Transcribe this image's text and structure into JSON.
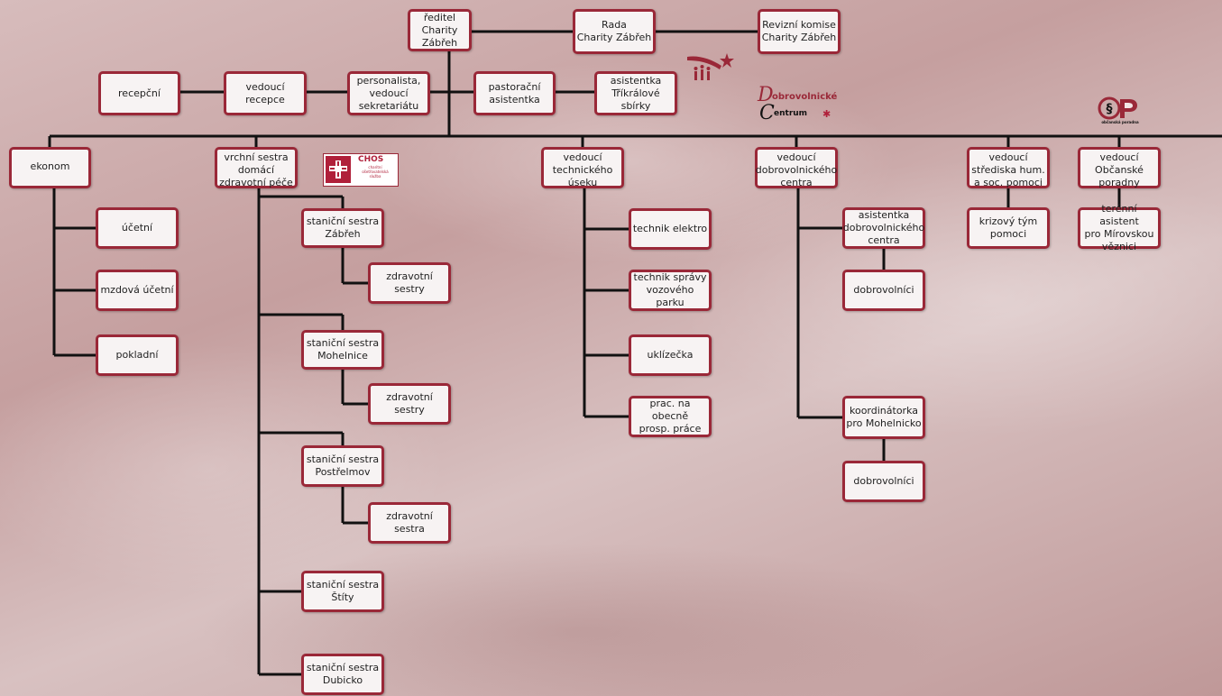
{
  "colors": {
    "line": "#111111",
    "box_border": "#9a2838",
    "box_fill": "#f7f3f3",
    "logo_red": "#9a2838"
  },
  "nodes": {
    "reditel": "ředitel\nCharity Zábřeh",
    "rada": "Rada\nCharity Zábřeh",
    "revizni": "Revizní komise\nCharity Zábřeh",
    "recepcni": "recepční",
    "vedouci_recepce": "vedoucí\nrecepce",
    "personalista": "personalista,\nvedoucí\nsekretariátu",
    "pastoracni": "pastorační\nasistentka",
    "trikralova": "asistentka\nTříkrálové\nsbírky",
    "ekonom": "ekonom",
    "ucetni": "účetní",
    "mzdova": "mzdová účetní",
    "pokladni": "pokladní",
    "vrchni_sestra": "vrchní sestra\ndomácí\nzdravotní péče",
    "ss_zabreh": "staniční sestra\nZábřeh",
    "zs_zabreh": "zdravotní\nsestry",
    "ss_mohelnice": "staniční sestra\nMohelnice",
    "zs_mohelnice": "zdravotní\nsestry",
    "ss_postrelmov": "staniční sestra\nPostřelmov",
    "zs_postrelmov": "zdravotní\nsestra",
    "ss_stity": "staniční sestra\nŠtíty",
    "ss_dubicko": "staniční sestra\nDubicko",
    "technicky": "vedoucí\ntechnického\núseku",
    "elektro": "technik elektro",
    "vozovy": "technik správy\nvozového parku",
    "uklizecka": "uklízečka",
    "obecne": "prac. na obecně\nprosp. práce",
    "dobrovolnicke": "vedoucí\ndobrovolnického\ncentra",
    "asist_dc": "asistentka\ndobrovolnického\ncentra",
    "dobrovolnici1": "dobrovolníci",
    "koordinatorka": "koordinátorka\npro Mohelnicko",
    "dobrovolnici2": "dobrovolníci",
    "strediska": "vedoucí\nstřediska hum.\na soc. pomoci",
    "krizovy": "krizový tým\npomoci",
    "poradna": "vedoucí\nObčanské\nporadny",
    "terenni": "terénní asistent\npro Mírovskou\nvěznici"
  },
  "logos": {
    "chos_title": "CHOS",
    "chos_sub": "charitní\nošetřovatelská\nslužba",
    "dc_line1": "obrovolnické",
    "dc_line2": "entrum",
    "op_text": "občanská poradna",
    "trikralova_icon": "three-kings-comet-icon"
  }
}
